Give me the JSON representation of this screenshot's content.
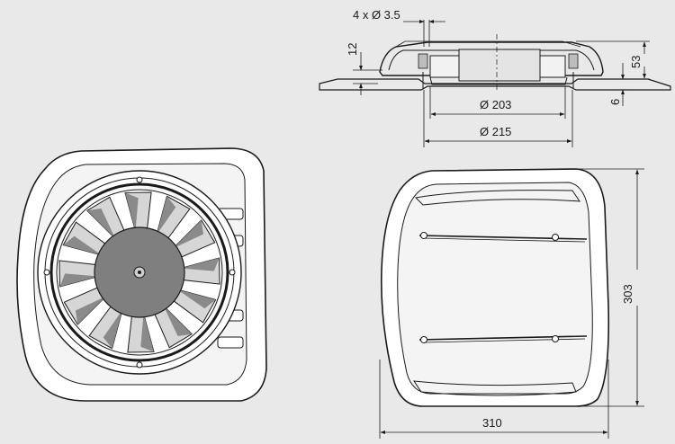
{
  "dimensions": {
    "holes": "4 x Ø 3.5",
    "frame_height": "12",
    "total_height": "53",
    "flange": "6",
    "inner_diameter": "Ø 203",
    "outer_diameter": "Ø 215",
    "width": "310",
    "depth": "303"
  },
  "colors": {
    "background": "#e9e9e9",
    "line": "#1a1a1a",
    "body": "#ffffff",
    "blade_light": "#d6d6d6",
    "blade_dark": "#8a8a8a",
    "hub": "#7f7f7f"
  },
  "fan": {
    "blade_count": 12
  }
}
